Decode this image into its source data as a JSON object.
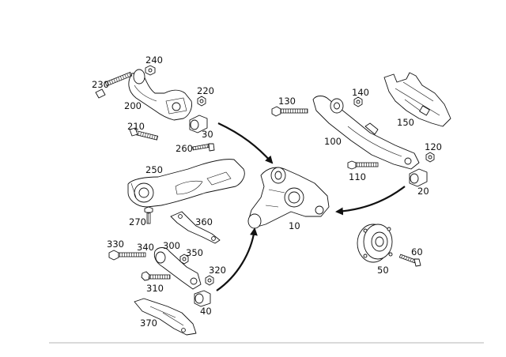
{
  "parts": [
    {
      "id": "p10",
      "number": "10"
    },
    {
      "id": "p20",
      "number": "20"
    },
    {
      "id": "p30",
      "number": "30"
    },
    {
      "id": "p40",
      "number": "40"
    },
    {
      "id": "p50",
      "number": "50"
    },
    {
      "id": "p60",
      "number": "60"
    },
    {
      "id": "p100",
      "number": "100"
    },
    {
      "id": "p110",
      "number": "110"
    },
    {
      "id": "p120",
      "number": "120"
    },
    {
      "id": "p130",
      "number": "130"
    },
    {
      "id": "p140",
      "number": "140"
    },
    {
      "id": "p150",
      "number": "150"
    },
    {
      "id": "p200",
      "number": "200"
    },
    {
      "id": "p210",
      "number": "210"
    },
    {
      "id": "p220",
      "number": "220"
    },
    {
      "id": "p230",
      "number": "230"
    },
    {
      "id": "p240",
      "number": "240"
    },
    {
      "id": "p250",
      "number": "250"
    },
    {
      "id": "p260",
      "number": "260"
    },
    {
      "id": "p270",
      "number": "270"
    },
    {
      "id": "p300",
      "number": "300"
    },
    {
      "id": "p310",
      "number": "310"
    },
    {
      "id": "p320",
      "number": "320"
    },
    {
      "id": "p330",
      "number": "330"
    },
    {
      "id": "p340",
      "number": "340"
    },
    {
      "id": "p350",
      "number": "350"
    },
    {
      "id": "p360",
      "number": "360"
    },
    {
      "id": "p370",
      "number": "370"
    }
  ]
}
